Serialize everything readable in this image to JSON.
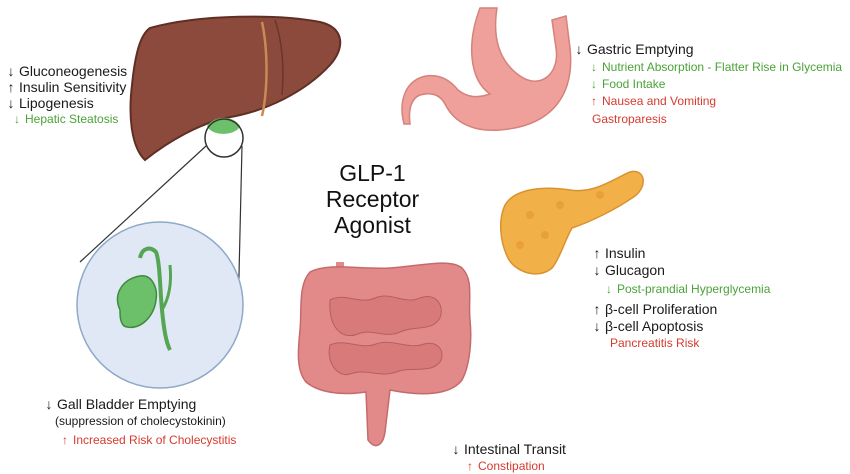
{
  "title": [
    "GLP-1",
    "Receptor",
    "Agonist"
  ],
  "liver": {
    "effects": [
      {
        "dir": "down",
        "text": "Gluconeogenesis"
      },
      {
        "dir": "up",
        "text": "Insulin Sensitivity"
      },
      {
        "dir": "down",
        "text": "Lipogenesis"
      }
    ],
    "result": {
      "dir": "down",
      "text": "Hepatic Steatosis"
    }
  },
  "stomach": {
    "main": {
      "dir": "down",
      "text": "Gastric Emptying"
    },
    "green": [
      {
        "dir": "down",
        "text": "Nutrient Absorption - Flatter Rise in Glycemia"
      },
      {
        "dir": "down",
        "text": "Food Intake"
      }
    ],
    "red": {
      "dir": "up",
      "text": "Nausea and Vomiting"
    },
    "risk": "Gastroparesis"
  },
  "pancreas": {
    "effects1": [
      {
        "dir": "up",
        "text": "Insulin"
      },
      {
        "dir": "down",
        "text": "Glucagon"
      }
    ],
    "green": {
      "dir": "down",
      "text": "Post-prandial Hyperglycemia"
    },
    "effects2": [
      {
        "dir": "up",
        "text": "β-cell Proliferation"
      },
      {
        "dir": "down",
        "text": "β-cell Apoptosis"
      }
    ],
    "risk": "Pancreatitis Risk"
  },
  "gallbladder": {
    "main": {
      "dir": "down",
      "text": "Gall Bladder Emptying"
    },
    "sub": "(suppression of cholecystokinin)",
    "red": {
      "dir": "up",
      "text": "Increased Risk of Cholecystitis"
    }
  },
  "intestine": {
    "main": {
      "dir": "down",
      "text": "Intestinal Transit"
    },
    "red": {
      "dir": "up",
      "text": "Constipation"
    }
  },
  "colors": {
    "effect": "#1a1a1a",
    "benefit": "#4aa238",
    "risk": "#d63a2e",
    "liver": "#8c4a3c",
    "stomach": "#f0a09a",
    "pancreas": "#f2b148",
    "intestine": "#e28a8a",
    "gallbladder": "#6cc06a",
    "inset": "#dfe8f4"
  },
  "icons": [
    "liver-illustration",
    "stomach-illustration",
    "pancreas-illustration",
    "intestine-illustration",
    "gallbladder-illustration"
  ]
}
